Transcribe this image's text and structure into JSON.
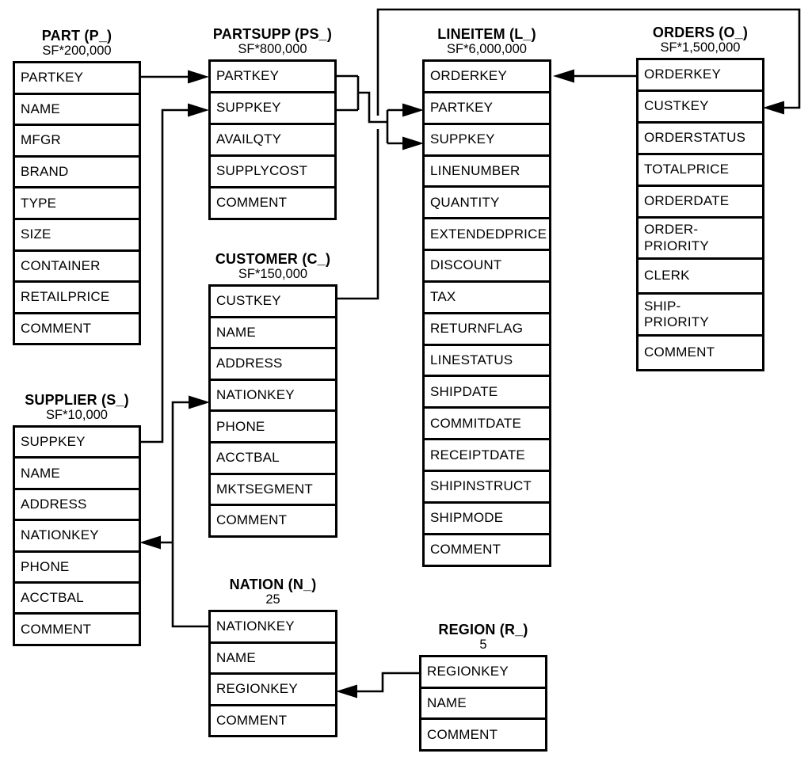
{
  "diagram_type": "database-schema",
  "colors": {
    "line": "#000000",
    "background": "#ffffff",
    "text": "#000000"
  },
  "tables": [
    {
      "id": "part",
      "title": "PART (P_)",
      "cardinality": "SF*200,000",
      "fields": [
        "PARTKEY",
        "NAME",
        "MFGR",
        "BRAND",
        "TYPE",
        "SIZE",
        "CONTAINER",
        "RETAILPRICE",
        "COMMENT"
      ]
    },
    {
      "id": "partsupp",
      "title": "PARTSUPP (PS_)",
      "cardinality": "SF*800,000",
      "fields": [
        "PARTKEY",
        "SUPPKEY",
        "AVAILQTY",
        "SUPPLYCOST",
        "COMMENT"
      ]
    },
    {
      "id": "lineitem",
      "title": "LINEITEM (L_)",
      "cardinality": "SF*6,000,000",
      "fields": [
        "ORDERKEY",
        "PARTKEY",
        "SUPPKEY",
        "LINENUMBER",
        "QUANTITY",
        "EXTENDEDPRICE",
        "DISCOUNT",
        "TAX",
        "RETURNFLAG",
        "LINESTATUS",
        "SHIPDATE",
        "COMMITDATE",
        "RECEIPTDATE",
        "SHIPINSTRUCT",
        "SHIPMODE",
        "COMMENT"
      ]
    },
    {
      "id": "orders",
      "title": "ORDERS (O_)",
      "cardinality": "SF*1,500,000",
      "fields": [
        "ORDERKEY",
        "CUSTKEY",
        "ORDERSTATUS",
        "TOTALPRICE",
        "ORDERDATE",
        "ORDER-\nPRIORITY",
        "CLERK",
        "SHIP-\nPRIORITY",
        "COMMENT"
      ]
    },
    {
      "id": "supplier",
      "title": "SUPPLIER (S_)",
      "cardinality": "SF*10,000",
      "fields": [
        "SUPPKEY",
        "NAME",
        "ADDRESS",
        "NATIONKEY",
        "PHONE",
        "ACCTBAL",
        "COMMENT"
      ]
    },
    {
      "id": "customer",
      "title": "CUSTOMER (C_)",
      "cardinality": "SF*150,000",
      "fields": [
        "CUSTKEY",
        "NAME",
        "ADDRESS",
        "NATIONKEY",
        "PHONE",
        "ACCTBAL",
        "MKTSEGMENT",
        "COMMENT"
      ]
    },
    {
      "id": "nation",
      "title": "NATION (N_)",
      "cardinality": "25",
      "fields": [
        "NATIONKEY",
        "NAME",
        "REGIONKEY",
        "COMMENT"
      ]
    },
    {
      "id": "region",
      "title": "REGION (R_)",
      "cardinality": "5",
      "fields": [
        "REGIONKEY",
        "NAME",
        "COMMENT"
      ]
    }
  ],
  "connections": [
    {
      "from": "PART.PARTKEY",
      "to": "PARTSUPP.PARTKEY"
    },
    {
      "from": "SUPPLIER.SUPPKEY",
      "to": "PARTSUPP.SUPPKEY"
    },
    {
      "from": "PARTSUPP.PARTKEY",
      "to": "LINEITEM.PARTKEY"
    },
    {
      "from": "PARTSUPP.SUPPKEY",
      "to": "LINEITEM.SUPPKEY"
    },
    {
      "from": "ORDERS.ORDERKEY",
      "to": "LINEITEM.ORDERKEY"
    },
    {
      "from": "CUSTOMER.CUSTKEY",
      "to": "ORDERS.CUSTKEY"
    },
    {
      "from": "NATION.NATIONKEY",
      "to": "CUSTOMER.NATIONKEY"
    },
    {
      "from": "NATION.NATIONKEY",
      "to": "SUPPLIER.NATIONKEY"
    },
    {
      "from": "REGION.REGIONKEY",
      "to": "NATION.REGIONKEY"
    }
  ]
}
